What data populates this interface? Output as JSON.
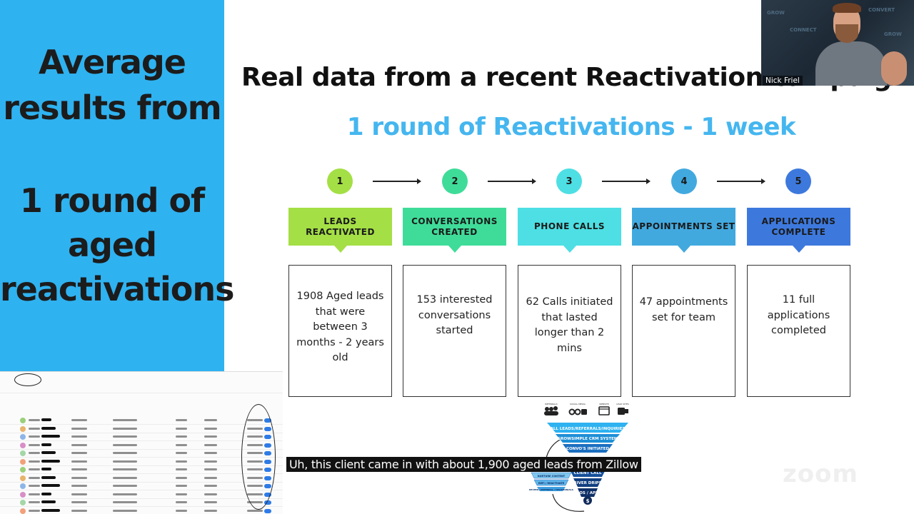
{
  "left_panel": {
    "lines": [
      "Average",
      "results from",
      "1 round of",
      "aged",
      "reactivations"
    ]
  },
  "slide": {
    "title": "Real data from a recent Reactivation campaign",
    "subtitle": "1 round of Reactivations - 1 week",
    "steps": [
      {
        "number": "1",
        "banner": "LEADS REACTIVATED",
        "description": "1908 Aged leads that were between 3 months - 2 years old",
        "color": "#a4df45"
      },
      {
        "number": "2",
        "banner": "CONVERSATIONS CREATED",
        "description": "153 interested conversations started",
        "color": "#3fdc99"
      },
      {
        "number": "3",
        "banner": "PHONE CALLS",
        "description": "62 Calls initiated that lasted longer than 2 mins",
        "color": "#4ddfe3"
      },
      {
        "number": "4",
        "banner": "APPOINTMENTS SET",
        "description": "47 appointments set for team",
        "color": "#42a9df"
      },
      {
        "number": "5",
        "banner": "APPLICATIONS COMPLETE",
        "description": "11 full applications completed",
        "color": "#3d79dd"
      }
    ]
  },
  "webcam": {
    "participant_name": "Nick Friel",
    "wall_text": [
      "GROW",
      "CONNECT",
      "CONVERT",
      "GROW"
    ]
  },
  "funnel": {
    "icon_labels": [
      "REFERRALS",
      "SOCIAL MEDIA",
      "WEBSITE",
      "LEAD SITES"
    ],
    "layers": [
      "ALL LEADS/REFERRALS/INQUIRIES",
      "GROWSIMPLE CRM SYSTEM",
      "CONVO'S INITIATED",
      "CLIENT CALL",
      "RIVER DRIPS",
      "LOS / APP",
      "$"
    ],
    "side_layers": [
      "NURTURE CONTENT",
      "REFI / REACTIVATE",
      "REVIEW / REFERRAL / TESTIMONIALS"
    ]
  },
  "caption": "Uh, this client came in with about 1,900 aged leads from Zillow",
  "watermark": "zoom"
}
